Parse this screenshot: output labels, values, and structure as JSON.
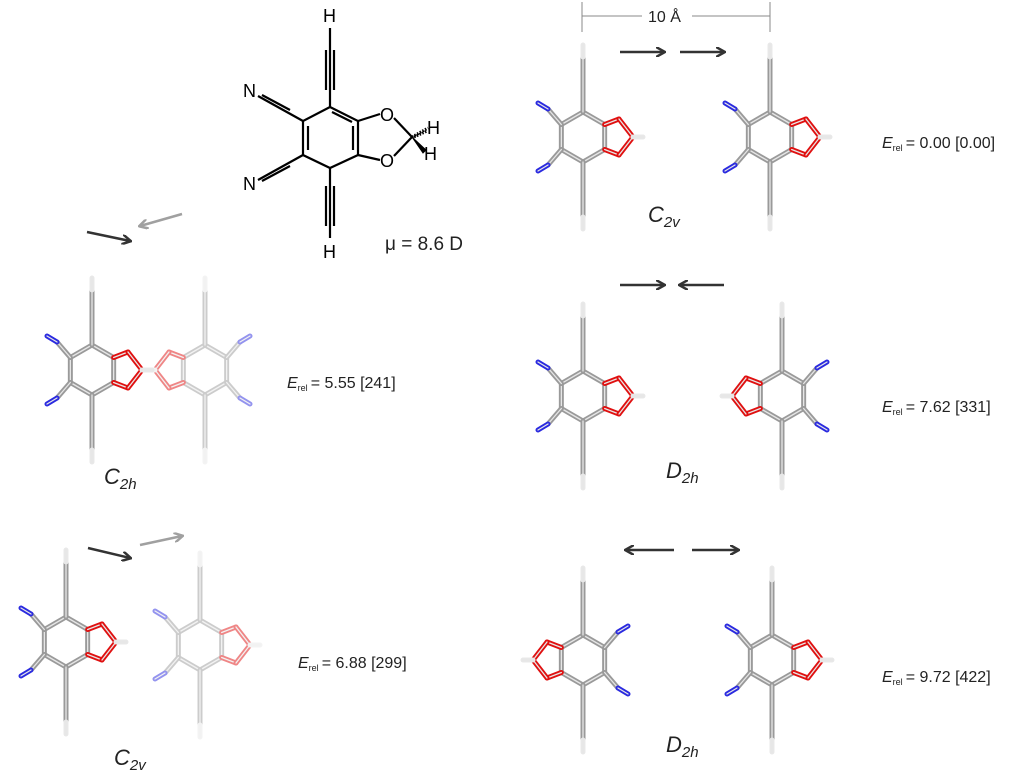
{
  "structure": {
    "atoms": {
      "H_top": "H",
      "H_bottom": "H",
      "N_top": "N",
      "N_bottom": "N",
      "O_top": "O",
      "O_bottom": "O",
      "H_ch2_a": "H",
      "H_ch2_b": "H"
    },
    "dipole": "μ = 8.6 D"
  },
  "scale_bar": {
    "label": "10 Å"
  },
  "energy_symbol": "E",
  "energy_subscript": "rel",
  "dimers": [
    {
      "id": "top-right",
      "point_group": "C",
      "pg_sub": "2v",
      "energy": "= 0.00 [0.00]"
    },
    {
      "id": "middle-right",
      "point_group": "D",
      "pg_sub": "2h",
      "energy": "= 7.62 [331]"
    },
    {
      "id": "bottom-right",
      "point_group": "D",
      "pg_sub": "2h",
      "energy": "= 9.72 [422]"
    },
    {
      "id": "middle-left",
      "point_group": "C",
      "pg_sub": "2h",
      "energy": "=  5.55 [241]"
    },
    {
      "id": "bottom-left",
      "point_group": "C",
      "pg_sub": "2v",
      "energy": "= 6.88 [299]"
    }
  ],
  "colors": {
    "carbon": "#9a9a9a",
    "oxygen": "#e01010",
    "nitrogen": "#2a2ae0",
    "hydrogen": "#e8e8e8",
    "arrow_dark": "#333333",
    "arrow_light": "#a0a0a0"
  }
}
